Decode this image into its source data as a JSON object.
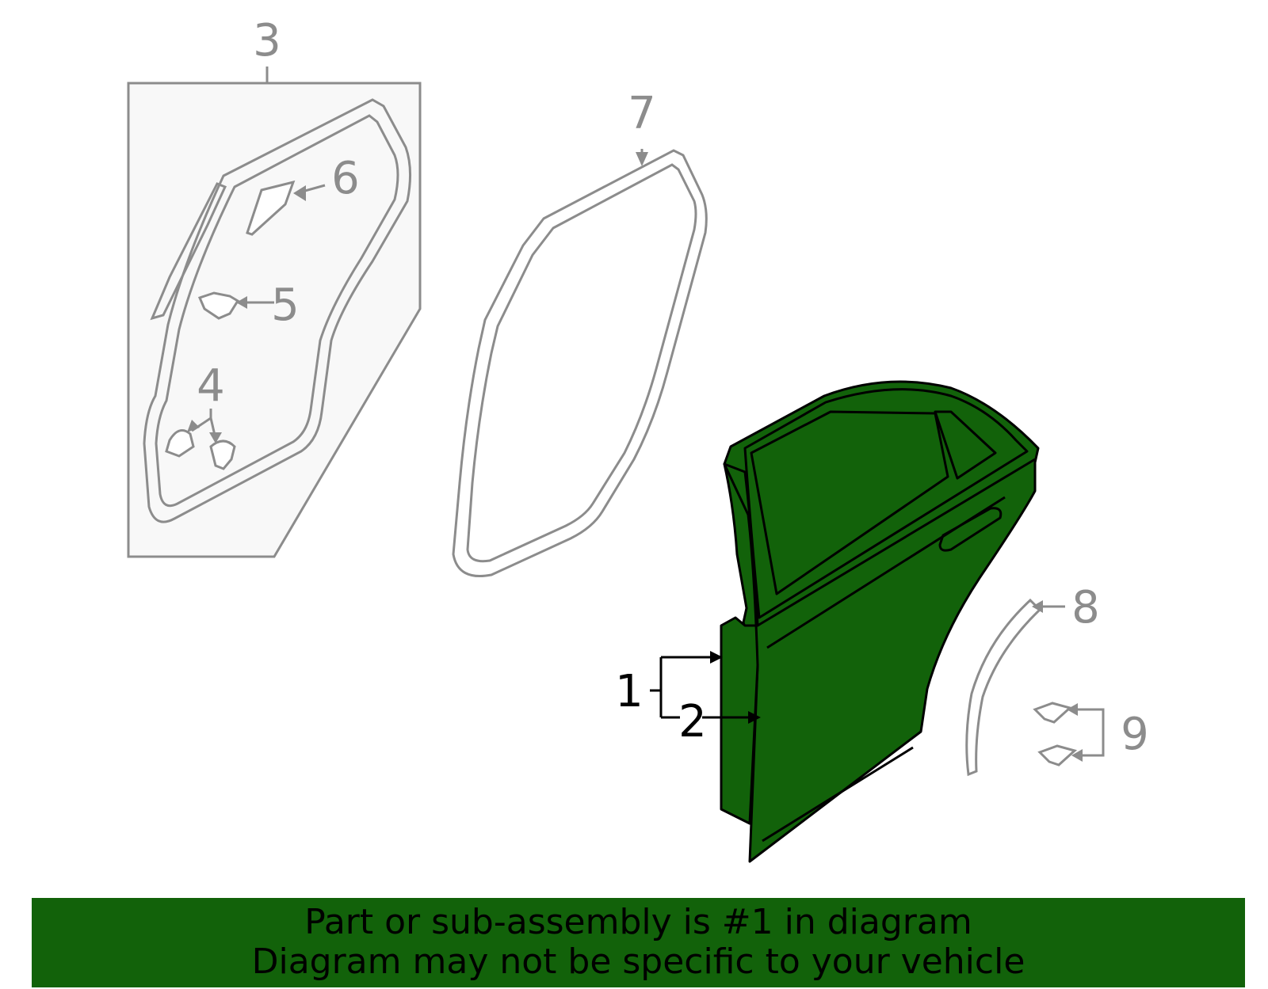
{
  "colors": {
    "highlight": "#12620a",
    "part_line": "#8c8c8c",
    "banner": "#12620a"
  },
  "callouts": {
    "c1": "1",
    "c2": "2",
    "c3": "3",
    "c4": "4",
    "c5": "5",
    "c6": "6",
    "c7": "7",
    "c8": "8",
    "c9": "9"
  },
  "banner": {
    "line1": "Part or sub-assembly is #1 in diagram",
    "line2": "Diagram may not be specific to your vehicle"
  }
}
